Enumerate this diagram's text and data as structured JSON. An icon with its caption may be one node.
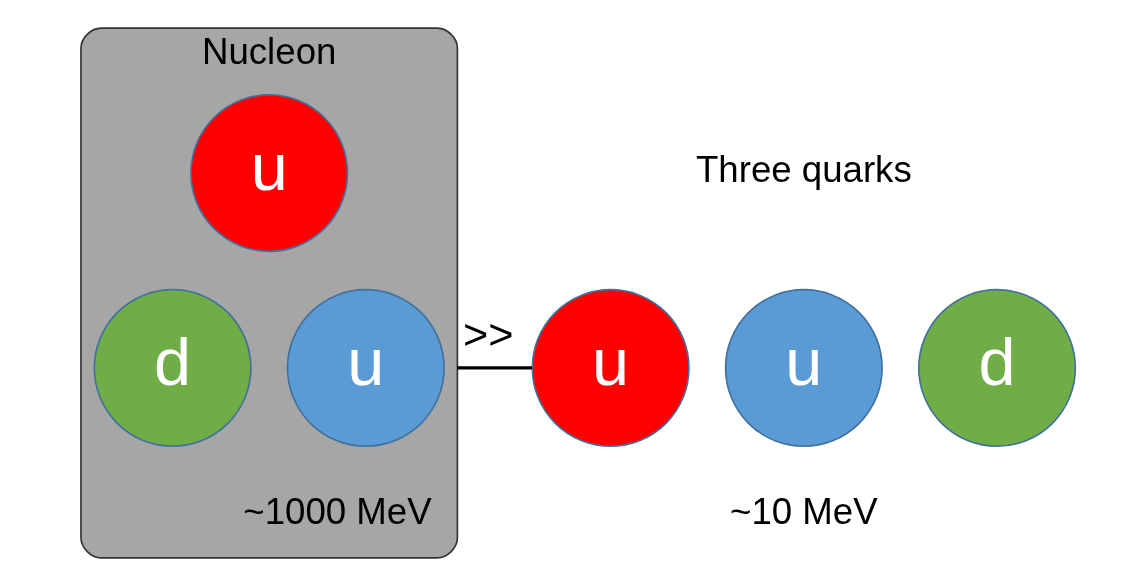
{
  "diagram": {
    "nodes": [
      {
        "text": [
          "Nucleon"
        ],
        "beside": [
          "~1000 MeV"
        ]
      },
      {
        "text": [
          "u"
        ],
        "in": 0
      },
      {
        "text": [
          "d"
        ],
        "in": 0
      },
      {
        "text": [
          "u"
        ],
        "in": 0
      },
      {
        "text": [
          "u"
        ]
      },
      {
        "text": [
          "u"
        ]
      },
      {
        "text": [
          "d"
        ]
      }
    ],
    "edges": [
      {
        "from": 0,
        "to": 4,
        "arrow": "none",
        "label": ">>"
      }
    ],
    "labels": [
      "Three quarks",
      "~10 MeV"
    ]
  }
}
